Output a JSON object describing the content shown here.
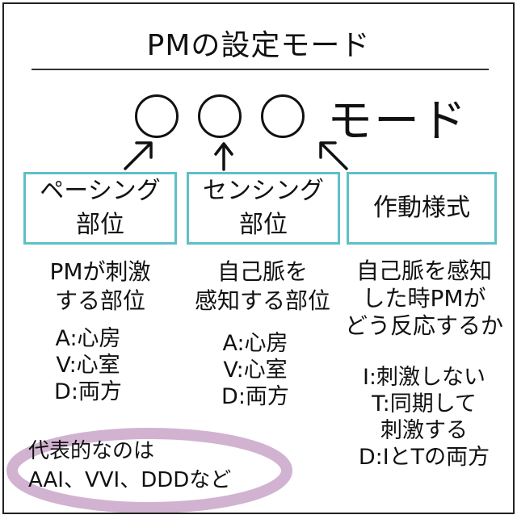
{
  "title": "PMの設定モード",
  "mode_code": {
    "slots": [
      "○",
      "○",
      "○"
    ],
    "suffix": "モード"
  },
  "categories": [
    {
      "label_lines": [
        "ペーシング",
        "部位"
      ],
      "description_lines": [
        "PMが刺激",
        "する部位"
      ],
      "codes": [
        "A:心房",
        "V:心室",
        "D:両方"
      ]
    },
    {
      "label_lines": [
        "センシング",
        "部位"
      ],
      "description_lines": [
        "自己脈を",
        "感知する部位"
      ],
      "codes": [
        "A:心房",
        "V:心室",
        "D:両方"
      ]
    },
    {
      "label_lines": [
        "作動様式"
      ],
      "description_lines": [
        "自己脈を感知",
        "した時PMが",
        "どう反応するか"
      ],
      "codes": [
        "I:刺激しない",
        "T:同期して",
        "刺激する",
        "D:IとTの両方"
      ]
    }
  ],
  "examples_note": {
    "lines": [
      "代表的なのは",
      "AAI、VVI、DDDなど"
    ]
  },
  "colors": {
    "box_border": "#5ec0c6",
    "highlight": "#c9a6c9",
    "text": "#111111"
  }
}
